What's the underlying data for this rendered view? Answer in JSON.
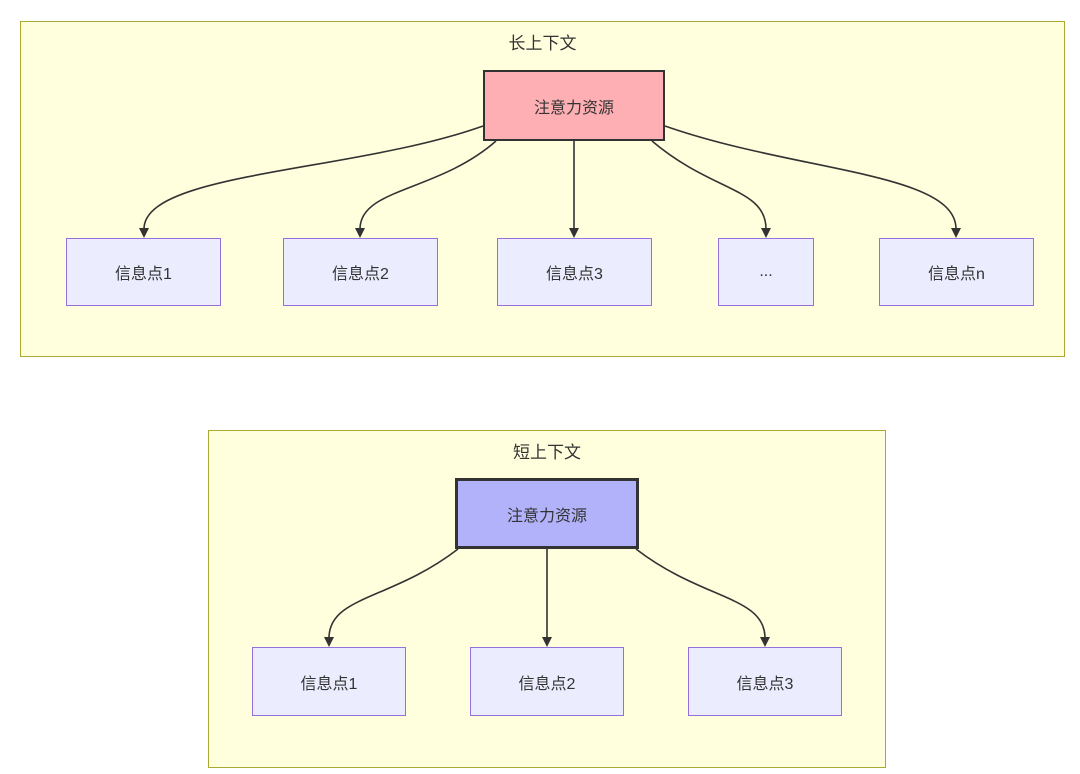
{
  "sections": [
    {
      "title": "长上下文",
      "root_label": "注意力资源",
      "children": [
        "信息点1",
        "信息点2",
        "信息点3",
        "...",
        "信息点n"
      ]
    },
    {
      "title": "短上下文",
      "root_label": "注意力资源",
      "children": [
        "信息点1",
        "信息点2",
        "信息点3"
      ]
    }
  ],
  "colors": {
    "section_fill": "#ffffde",
    "section_stroke": "#aaaa33",
    "node_fill": "#ececff",
    "node_stroke": "#9370db",
    "root_long_fill": "#feafb3",
    "root_short_fill": "#b2b2fa",
    "root_stroke": "#333333",
    "edge": "#333333",
    "text": "#333333"
  }
}
